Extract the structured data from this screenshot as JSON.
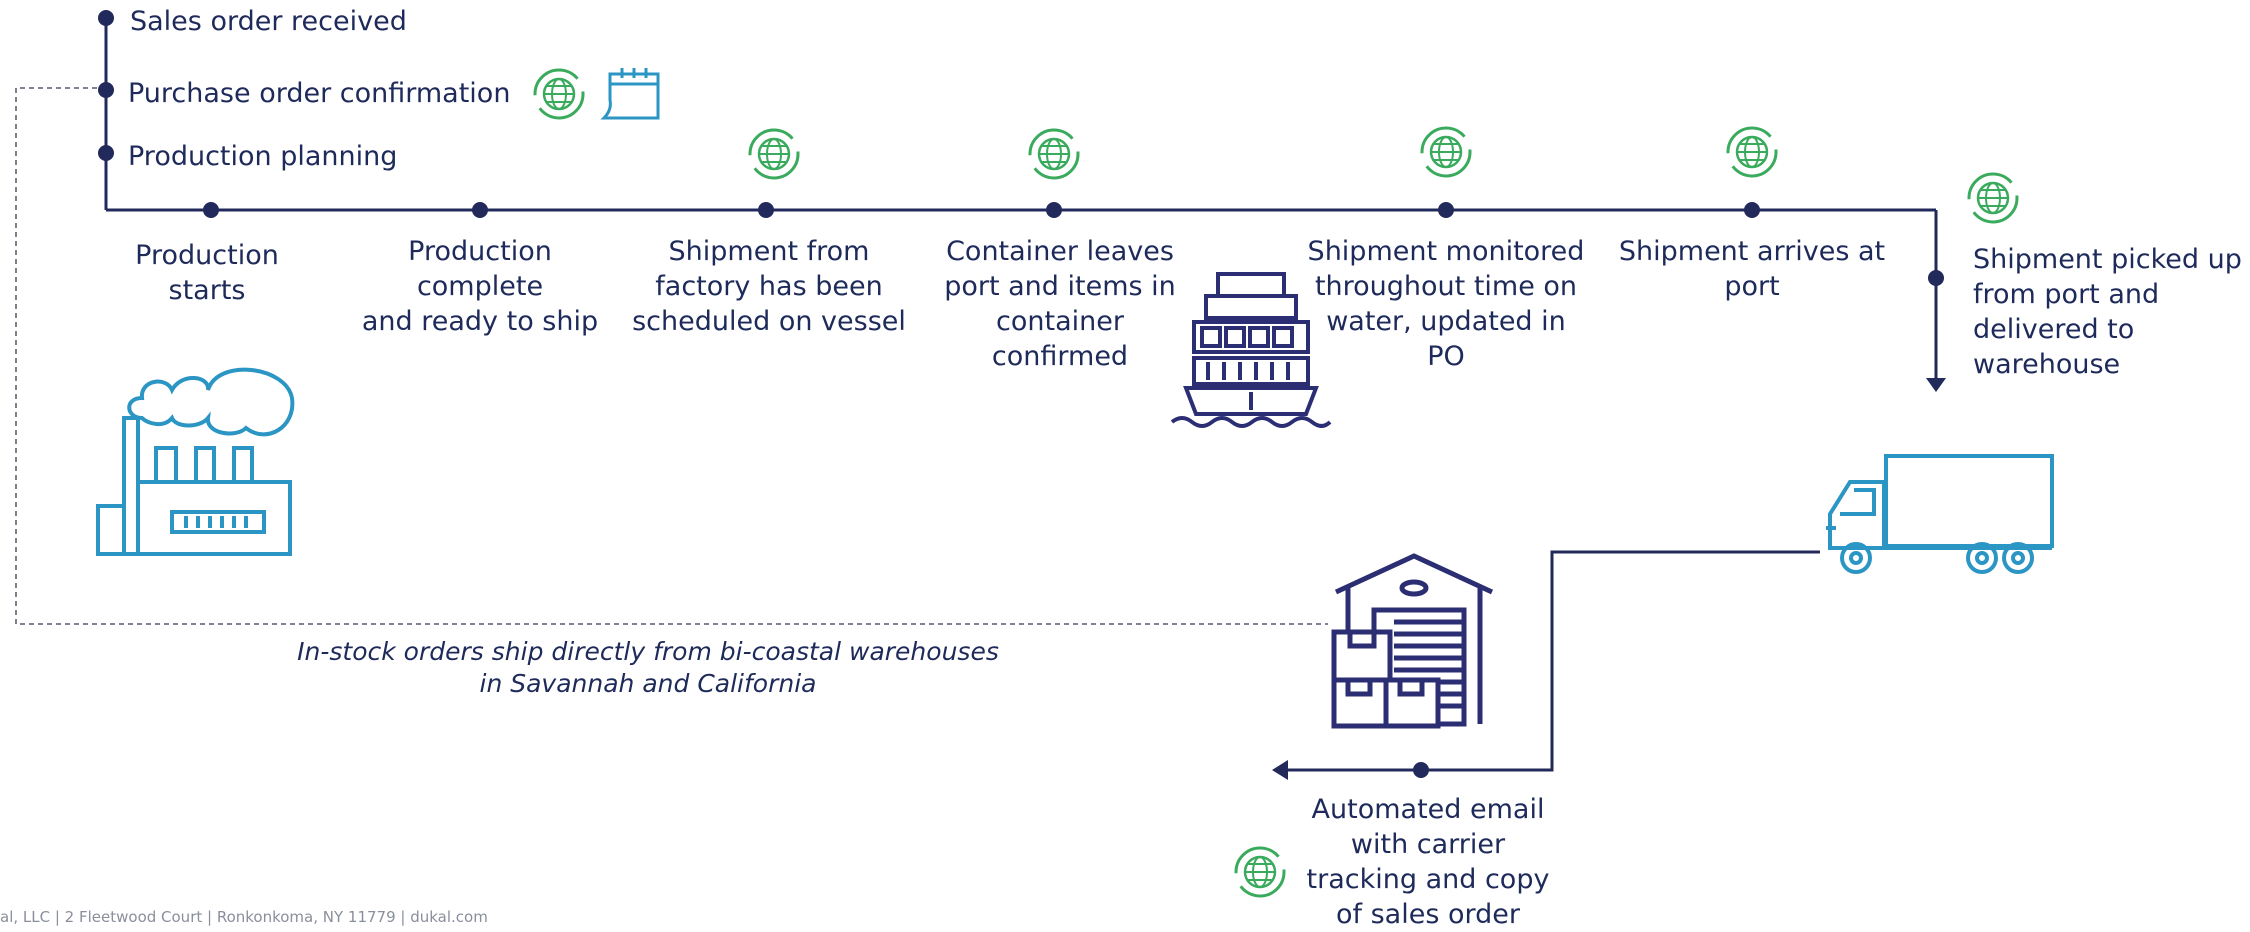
{
  "colors": {
    "line": "#22295b",
    "dot": "#22295b",
    "text": "#1e2a5a",
    "icon_blue": "#2b95c4",
    "icon_navy": "#2b2e73",
    "globe_green": "#3aaa5c",
    "dashed": "#6d7384",
    "footer": "#8a8f9c"
  },
  "top_steps": [
    {
      "label": "Sales order received"
    },
    {
      "label": "Purchase order confirmation"
    },
    {
      "label": "Production planning"
    }
  ],
  "timeline_steps": [
    {
      "lines": [
        "Production",
        "starts"
      ]
    },
    {
      "lines": [
        "Production",
        "complete",
        "and ready to ship"
      ]
    },
    {
      "lines": [
        "Shipment from",
        "factory has been",
        "scheduled on vessel"
      ]
    },
    {
      "lines": [
        "Container leaves",
        "port and items in",
        "container",
        "confirmed"
      ]
    },
    {
      "lines": [
        "Shipment monitored",
        "throughout time on",
        "water, updated in",
        "PO"
      ]
    },
    {
      "lines": [
        "Shipment arrives at",
        "port"
      ]
    },
    {
      "lines": [
        "Shipment picked up",
        "from port and",
        "delivered to",
        "warehouse"
      ]
    }
  ],
  "final_step": {
    "lines": [
      "Automated email",
      "with carrier",
      "tracking and copy",
      "of sales order"
    ]
  },
  "note": {
    "lines": [
      "In-stock orders ship directly from bi-coastal warehouses",
      "in Savannah and California"
    ]
  },
  "footer": "al, LLC | 2 Fleetwood Court | Ronkonkoma, NY 11779 | dukal.com",
  "icons": [
    "factory-icon",
    "cargo-ship-icon",
    "truck-icon",
    "warehouse-icon",
    "calendar-icon",
    "globe-sync-icon"
  ]
}
